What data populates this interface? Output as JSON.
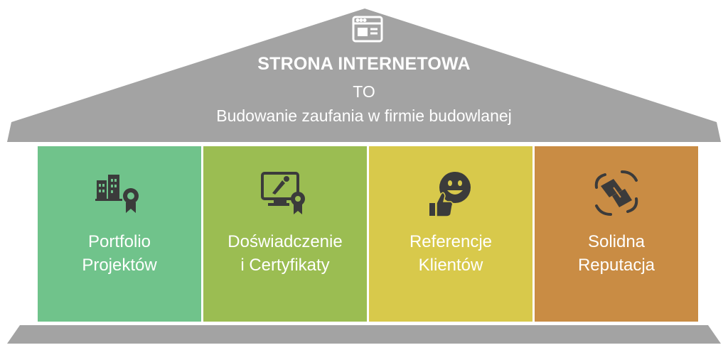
{
  "roof": {
    "title": "STRONA INTERNETOWA",
    "subtitle": "TO",
    "tagline": "Budowanie zaufania w firmie budowlanej",
    "icon": "website-icon",
    "color": "#a3a3a3"
  },
  "base": {
    "color": "#a3a3a3"
  },
  "pillars": [
    {
      "line1": "Portfolio",
      "line2": "Projektów",
      "icon": "buildings-award-icon",
      "color": "#70c38b"
    },
    {
      "line1": "Doświadczenie",
      "line2": "i Certyfikaty",
      "icon": "certificate-screen-icon",
      "color": "#9bbd52"
    },
    {
      "line1": "Referencje",
      "line2": "Klientów",
      "icon": "smiley-thumbs-up-icon",
      "color": "#d8c94b"
    },
    {
      "line1": "Solidna",
      "line2": "Reputacja",
      "icon": "handshake-icon",
      "color": "#c98c44"
    }
  ]
}
